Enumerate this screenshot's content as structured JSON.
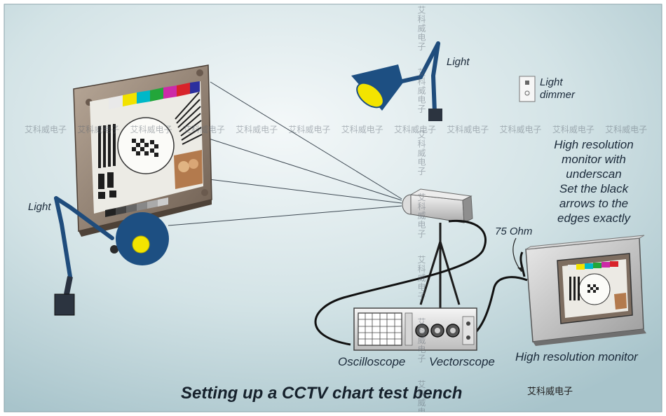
{
  "labels": {
    "light_top": "Light",
    "light_left": "Light",
    "light_dimmer_line1": "Light",
    "light_dimmer_line2": "dimmer",
    "monitor_note": [
      "High resolution",
      "monitor with",
      "underscan",
      "Set the black",
      "arrows to the",
      "edges exactly"
    ],
    "ohm": "75 Ohm",
    "oscilloscope": "Oscilloscope",
    "vectorscope": "Vectorscope",
    "high_res_monitor": "High resolution monitor",
    "title": "Setting up a CCTV chart test bench"
  },
  "watermark": {
    "text": "艾科威电子",
    "horizontal_repeat": [
      "艾科威电子",
      "艾科威电子",
      "艾科威电子",
      "艾科威电子",
      "艾科威电子",
      "艾科威电子",
      "艾科威电子",
      "艾科威电子",
      "艾科威电子",
      "艾科威电子",
      "艾科威电子",
      "艾科威电子"
    ],
    "corner": "艾科威电子"
  },
  "colors": {
    "background_light": "#f1f6f7",
    "background_dark": "#a9c6cd",
    "lamp_blue": "#1d4f82",
    "lamp_yellow": "#f3e400",
    "frame": "#8d7b6d",
    "cable": "#111111"
  }
}
